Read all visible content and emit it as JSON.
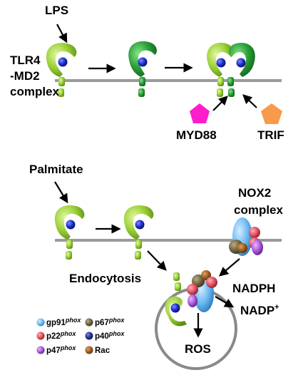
{
  "labels": {
    "lps": "LPS",
    "tlr4_line1": "TLR4",
    "tlr4_line2": "-MD2",
    "tlr4_line3": "complex",
    "myd88": "MYD88",
    "trif": "TRIF",
    "palmitate": "Palmitate",
    "nox2_line1": "NOX2",
    "nox2_line2": "complex",
    "endocytosis": "Endocytosis",
    "nadph": "NADPH",
    "nadp": "NADP",
    "nadp_sup": "+",
    "ros": "ROS"
  },
  "legend": {
    "suffix": "phox",
    "items": [
      {
        "name": "gp91",
        "has_suffix": true,
        "color": "#6ab8f2"
      },
      {
        "name": "p67",
        "has_suffix": true,
        "color": "#6e6040"
      },
      {
        "name": "p22",
        "has_suffix": true,
        "color": "#dd4b5a"
      },
      {
        "name": "p40",
        "has_suffix": true,
        "color": "#1f2f8f"
      },
      {
        "name": "p47",
        "has_suffix": true,
        "color": "#a653d6"
      },
      {
        "name": "Rac",
        "has_suffix": false,
        "color": "#9a5a1c"
      }
    ]
  },
  "colors": {
    "membrane": "#9a9a9a",
    "receptor_light": "#9bd037",
    "receptor_dark": "#2a9f3a",
    "ligand": "#1d2fc8",
    "myd88": "#ff1ccc",
    "trif": "#f79a4a",
    "vesicle": "#8a8a8a"
  }
}
